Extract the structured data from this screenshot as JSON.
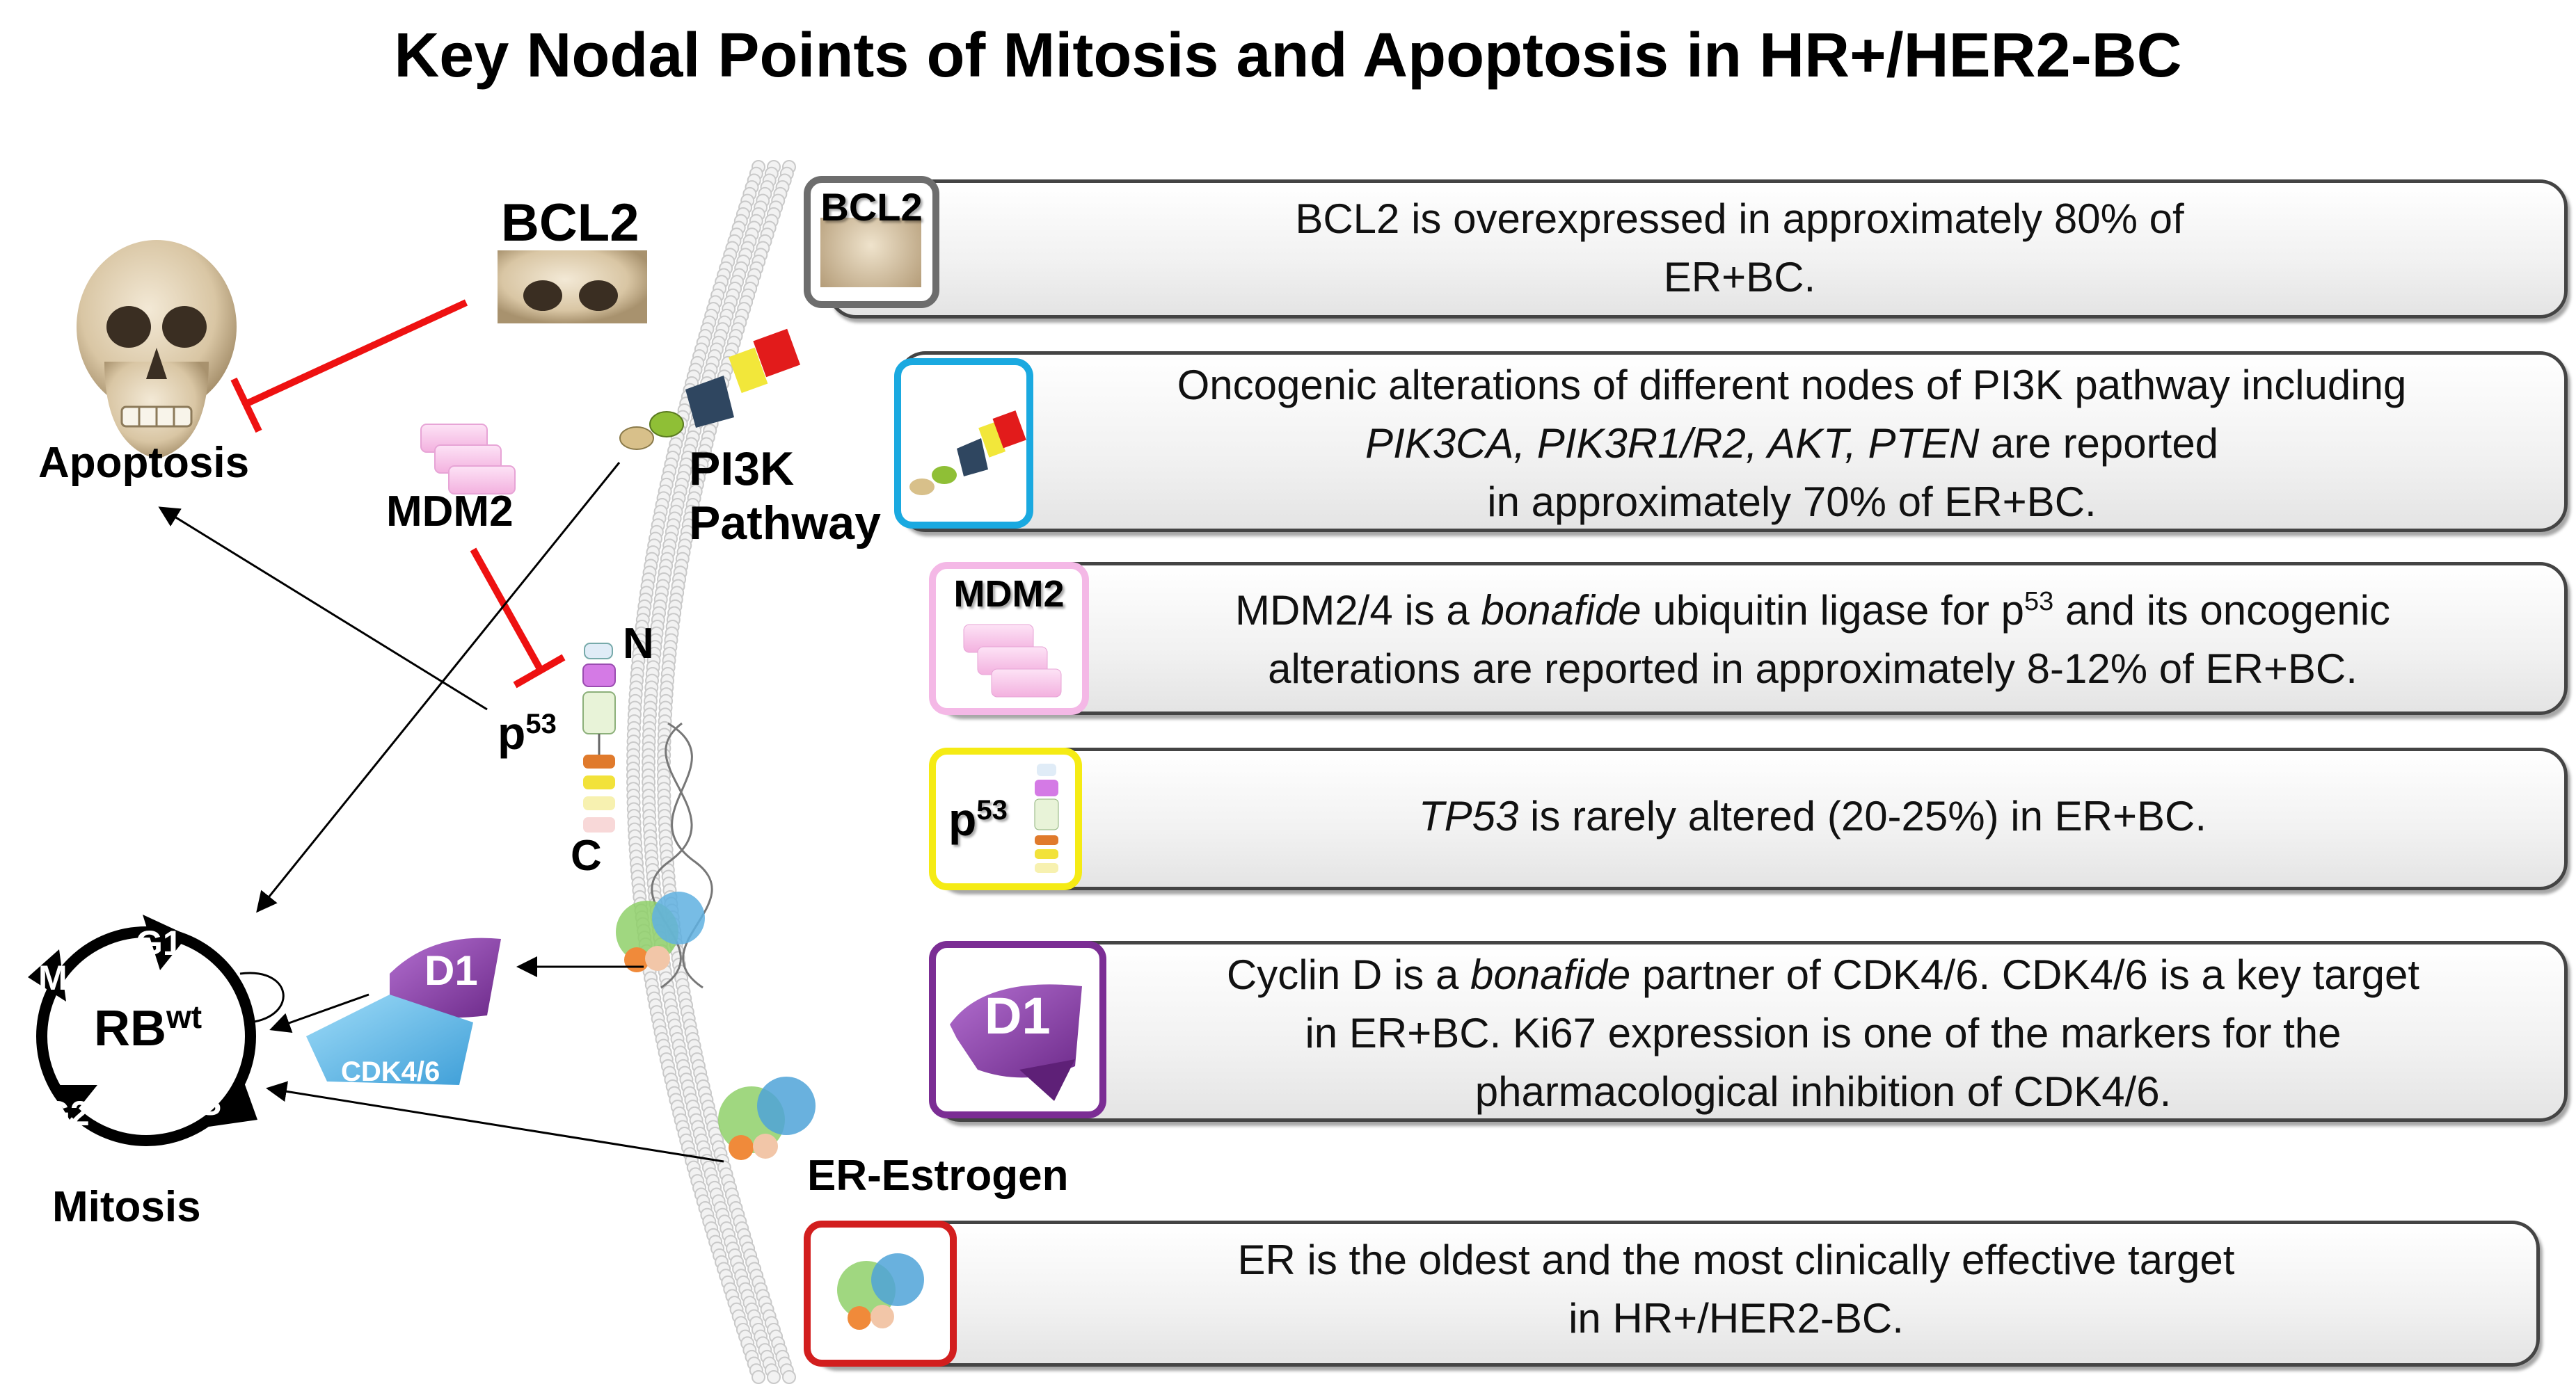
{
  "title": "Key Nodal Points of Mitosis and Apoptosis in HR+/HER2-BC",
  "left": {
    "apoptosis": "Apoptosis",
    "bcl2": "BCL2",
    "mdm2": "MDM2",
    "p53_base": "p",
    "p53_sup": "53",
    "n_label": "N",
    "c_label": "C",
    "pi3k_line1": "PI3K",
    "pi3k_line2": "Pathway",
    "mitosis": "Mitosis",
    "rb_base": "RB",
    "rb_sup": "wt",
    "phases": {
      "g1": "G1",
      "s": "S",
      "g2": "G2",
      "m": "M"
    },
    "d1": "D1",
    "cdk": "CDK4/6",
    "er_estrogen": "ER-Estrogen"
  },
  "panels": {
    "bcl2": {
      "icon_label": "BCL2",
      "line1": "BCL2 is overexpressed  in approximately 80% of",
      "line2": "ER+BC."
    },
    "pi3k": {
      "line1": "Oncogenic alterations of different nodes of PI3K pathway including",
      "line2_italic": "PIK3CA, PIK3R1/R2, AKT, PTEN",
      "line2_rest": " are reported",
      "line3": "in approximately 70% of ER+BC."
    },
    "mdm2": {
      "icon_label": "MDM2",
      "line1_a": "MDM2/4  is a ",
      "line1_italic": "bonafide",
      "line1_b": " ubiquitin ligase for p",
      "line1_sup": "53",
      "line1_c": " and its oncogenic",
      "line2": "alterations are reported in approximately 8-12% of ER+BC."
    },
    "p53": {
      "icon_base": "p",
      "icon_sup": "53",
      "text_italic": "TP53",
      "text_rest": " is rarely altered (20-25%) in ER+BC."
    },
    "d1": {
      "icon_label": "D1",
      "line1_a": "Cyclin D is a ",
      "line1_italic": "bonafide",
      "line1_b": " partner of CDK4/6. CDK4/6 is a key target",
      "line2": "in ER+BC. Ki67 expression is one of the markers for the",
      "line3": "pharmacological inhibition of CDK4/6."
    },
    "er": {
      "line1": "ER is the oldest and the most clinically effective target",
      "line2": "in HR+/HER2-BC."
    }
  },
  "colors": {
    "bcl2_border": "#6d6d6d",
    "pi3k_border": "#1aa9e0",
    "mdm2_border": "#f4b8e6",
    "p53_border": "#f5eb14",
    "d1_border": "#7b2d94",
    "er_border": "#d21e1e",
    "inhibit": "#ee1111",
    "d1_purple": "#8d3fb0",
    "cdk_blue": "#5bbbe9"
  },
  "icons": [
    "skull-icon",
    "pi3k-pathway-icon",
    "mdm2-stack-icon",
    "p53-protein-icon",
    "dna-icon",
    "er-protein-icon",
    "cyclin-d1-icon",
    "cdk46-icon",
    "cell-membrane"
  ]
}
